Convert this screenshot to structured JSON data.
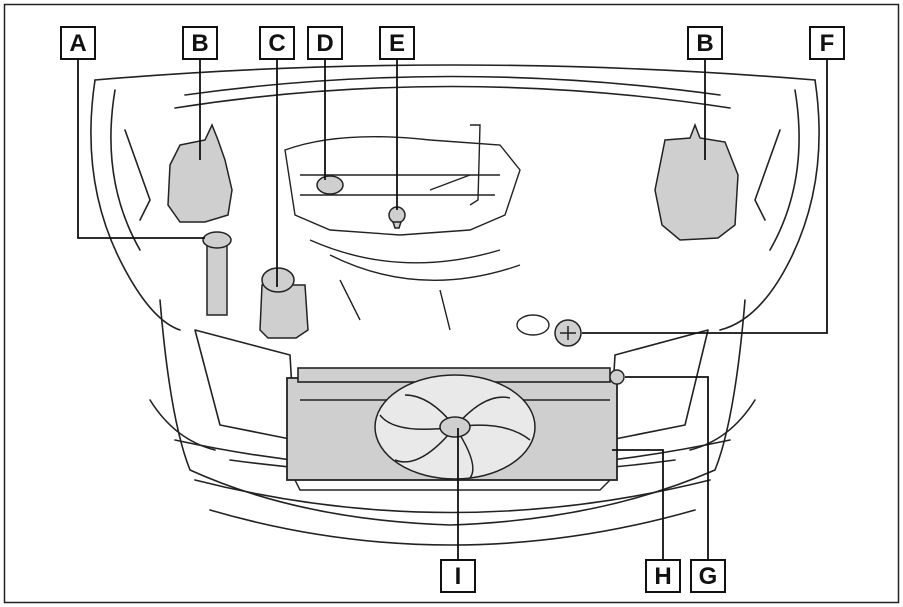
{
  "labels": {
    "A": "A",
    "B1": "B",
    "C": "C",
    "D": "D",
    "E": "E",
    "B2": "B",
    "F": "F",
    "G": "G",
    "H": "H",
    "I": "I"
  }
}
